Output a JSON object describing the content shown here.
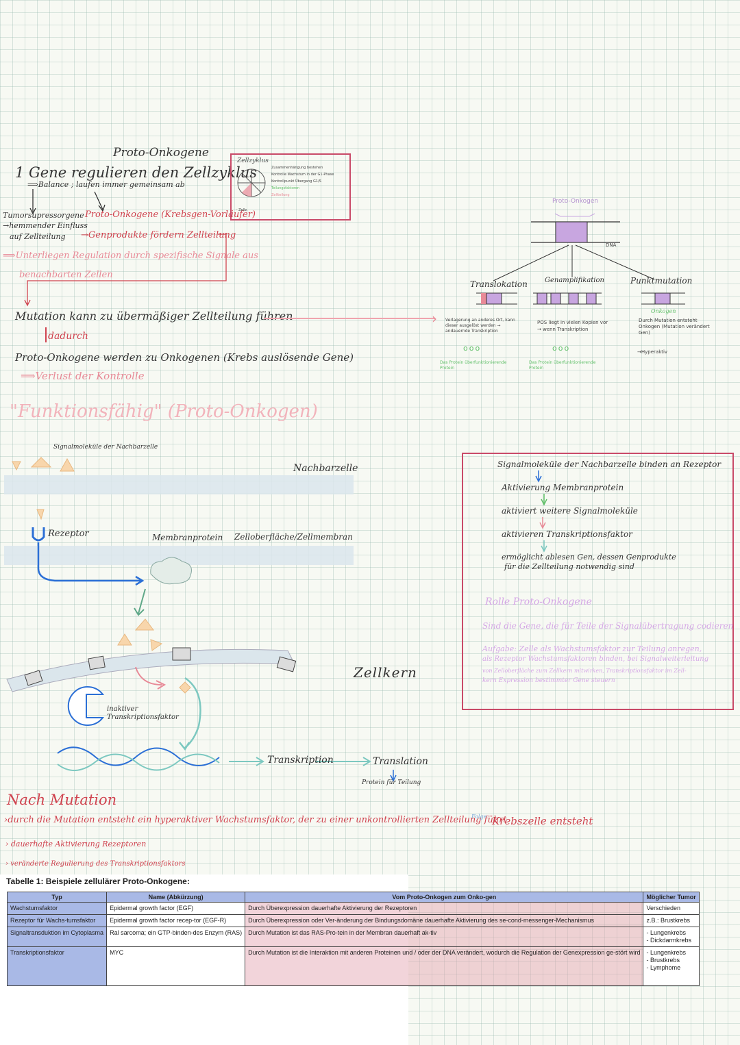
{
  "left_notes": {
    "title": "Proto-Onkogene",
    "heading": "1 Gene regulieren den Zellzyklus",
    "balance": "⟹Balance ; laufen immer gemeinsam ab",
    "tumor_left": "Tumorsupressorgene",
    "tumor_left2": "→hemmender Einfluss",
    "tumor_left3": "auf Zellteilung",
    "proto_right": "Proto-Onkogene (Krebsgen-Vorläufer)",
    "proto_right2": "→Genprodukte fördern Zellteilung",
    "unterliegen": "⟹Unterliegen Regulation durch spezifische Signale aus",
    "unterliegen2": "benachbarten Zellen",
    "mutation": "Mutation kann zu übermäßiger Zellteilung führen",
    "dadurch": "dadurch",
    "onkogene": "Proto-Onkogene werden zu Onkogenen (Krebs auslösende Gene)",
    "verlust": "⟹Verlust der Kontrolle"
  },
  "zellzyklus_box": {
    "label": "Zellzyklus",
    "line1": "Zusammenhängung bestehen",
    "line2": "Kontrolle Wachstum in der G1-Phase",
    "line3": "Kontrollpunkt Übergang G1/S",
    "line4": "Teilungsfaktoren",
    "line5": "Zellteilung",
    "legend": "– Zellz."
  },
  "proto_diagram": {
    "top_label": "Proto-Onkogen",
    "dna_label": "DNA",
    "branches": [
      {
        "title": "Translokation",
        "text": "Verlagerung an anderes Ort, kann dieser ausgelöst werden → andauernde Transkription",
        "foot": "Das Protein überfunktionierende Protein"
      },
      {
        "title": "Genamplifikation",
        "text": "POS liegt in vielen Kopien vor → wenn Transkription",
        "foot": "Das Protein überfunktionierende Protein"
      },
      {
        "title": "Punktmutation",
        "text": "Durch Mutation entsteht Onkogen (Mutation verändert Gen)",
        "sub": "Onkogen",
        "foot": "→Hyperaktiv"
      }
    ]
  },
  "funktion": {
    "title": "\"Funktionsfähig\" (Proto-Onkogen)",
    "signal_label": "Signalmoleküle der Nachbarzelle",
    "nachbarzelle": "Nachbarzelle",
    "rezeptor": "Rezeptor",
    "membranprotein": "Membranprotein",
    "zelloberflaeche": "Zelloberfläche/Zellmembran",
    "zellkern": "Zellkern",
    "inaktiver": "inaktiver",
    "transkriptionsfaktor": "Transkriptionsfaktor",
    "transkription": "Transkription",
    "translation": "Translation",
    "protein": "Protein für Teilung"
  },
  "right_box": {
    "steps": [
      "Signalmoleküle der Nachbarzelle binden an Rezeptor",
      "Aktivierung Membranprotein",
      "aktiviert weitere Signalmoleküle",
      "aktivieren Transkriptionsfaktor",
      "ermöglicht ablesen Gen, dessen Genprodukte",
      "für die Zellteilung notwendig sind"
    ],
    "rolle_title": "Rolle Proto-Onkogene",
    "rolle1": "Sind die Gene, die für Teile der Signalübertragung codieren",
    "aufgabe1": "Aufgabe: Zelle als Wachstumsfaktor zur Teilung anregen,",
    "aufgabe2": "als Rezeptor Wachstumsfaktoren binden, bei Signalweiterleitung",
    "aufgabe3": "von Zelloberfläche zum Zellkern mitwirken, Transkriptionsfaktor im Zell-",
    "aufgabe4": "kern Expression bestimmter Gene steuern"
  },
  "mutation_notes": {
    "title": "Nach Mutation",
    "line1": "›durch die Mutation entsteht ein hyperaktiver Wachstumsfaktor, der zu einer unkontrollierten Zellteilung führt",
    "folge": "Folge",
    "krebs": "Krebszelle entsteht",
    "line2": "› dauerhafte Aktivierung Rezeptoren",
    "line3": "› veränderte Regulierung des Transkriptionsfaktors"
  },
  "table": {
    "caption": "Tabelle 1: Beispiele zellulärer Proto-Onkogene:",
    "headers": [
      "Typ",
      "Name (Abkürzung)",
      "Vom Proto-Onkogen zum Onko-gen",
      "Möglicher Tumor"
    ],
    "rows": [
      {
        "typ": "Wachstumsfaktor",
        "name": "Epidermal growth factor (EGF)",
        "mech": "Durch Überexpression dauerhafte Aktivierung der Rezeptoren",
        "tumor": "Verschieden"
      },
      {
        "typ": "Rezeptor für Wachs-tumsfaktor",
        "name": "Epidermal growth factor recep-tor (EGF-R)",
        "mech": "Durch Überexpression oder Ver-änderung der Bindungsdomäne dauerhafte Aktivierung des se-cond-messenger-Mechanismus",
        "tumor": "z.B.: Brustkrebs"
      },
      {
        "typ": "Signaltransduktion im Cytoplasma",
        "name": "Ral sarcoma; ein GTP-binden-des Enzym (RAS)",
        "mech": "Durch Mutation ist das RAS-Pro-tein in der Membran dauerhaft ak-tiv",
        "tumor": "- Lungenkrebs\n- Dickdarmkrebs"
      },
      {
        "typ": "Transkriptionsfaktor",
        "name": "MYC",
        "mech": "Durch Mutation ist die Interaktion mit anderen Proteinen und / oder der DNA verändert, wodurch die Regulation der Genexpression ge-stört wird",
        "tumor": "- Lungenkrebs\n- Brustkrebs\n- Lymphome"
      }
    ]
  },
  "colors": {
    "red": "#d0434f",
    "pink": "#e88a97",
    "lavender": "#c8a6e0",
    "green": "#5fbf68",
    "blue": "#2b6fd6",
    "box": "#c94a68"
  }
}
